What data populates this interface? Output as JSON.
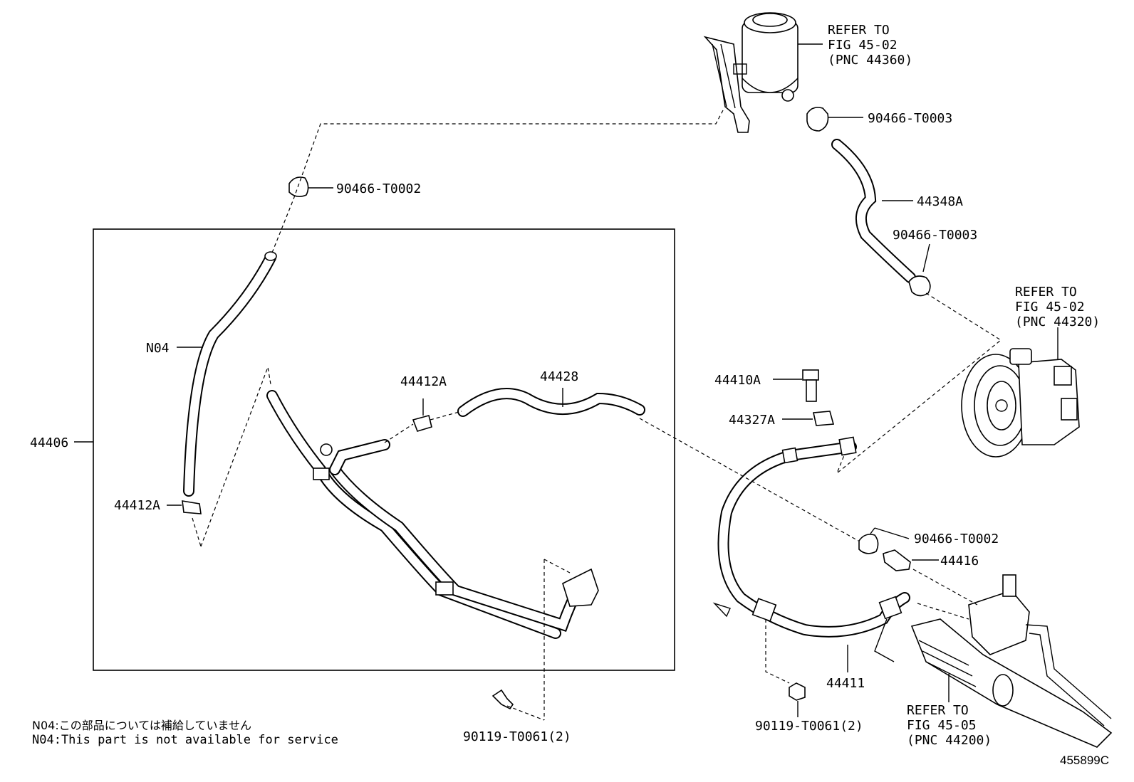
{
  "labels": {
    "reservoir_ref": [
      "REFER TO",
      "FIG 45-02",
      "(PNC 44360)"
    ],
    "pump_ref": [
      "REFER TO",
      "FIG 45-02",
      "(PNC 44320)"
    ],
    "gear_ref": [
      "REFER TO",
      "FIG 45-05",
      "(PNC 44200)"
    ],
    "clip_top_right": "90466-T0003",
    "clip_mid_right": "90466-T0003",
    "clip_top_left": "90466-T0002",
    "clip_lower_right": "90466-T0002",
    "hose_44348a": "44348A",
    "n04": "N04",
    "box_44406": "44406",
    "clamp_left": "44412A",
    "clamp_mid": "44412A",
    "hose_44428": "44428",
    "bolt_44410a": "44410A",
    "gasket_44327a": "44327A",
    "fitting_44416": "44416",
    "pressure_44411": "44411",
    "bolt_left": "90119-T0061(2)",
    "bolt_right": "90119-T0061(2)",
    "figure_id": "455899C"
  },
  "notes": {
    "jp": "N04:この部品については補給していません",
    "en": "N04:This part is not available for service"
  }
}
